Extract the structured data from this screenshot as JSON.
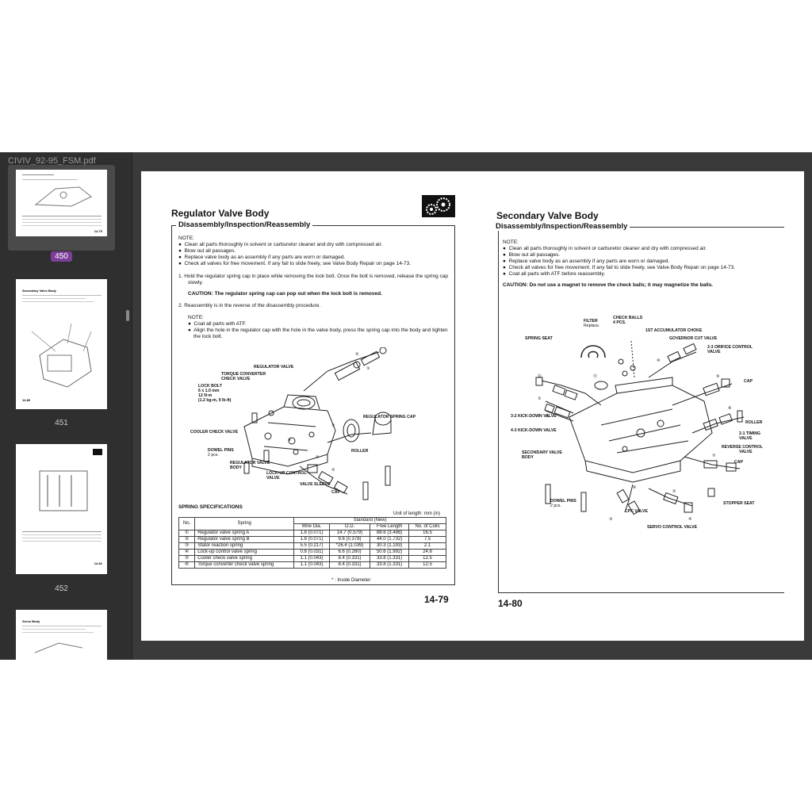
{
  "window": {
    "title": "CIVIV_92-95_FSM.pdf"
  },
  "sidebar": {
    "pages": [
      {
        "label": "450",
        "page_num": "14-79"
      },
      {
        "label": "451",
        "page_num": "14-80",
        "title": "Secondary Valve Body"
      },
      {
        "label": "452",
        "page_num": "14-81"
      },
      {
        "label": "",
        "title": "Servo Body"
      }
    ]
  },
  "left_page": {
    "title": "Regulator Valve Body",
    "subtitle": "Disassembly/Inspection/Reassembly",
    "note_label": "NOTE:",
    "notes": [
      "Clean all parts thoroughly in solvent or carburetor cleaner and dry with compressed air.",
      "Blow out all passages.",
      "Replace valve body as an assembly if any parts are worn or damaged.",
      "Check all valves for free movement. If any fail to slide freely, see Valve Body Repair on page 14-73."
    ],
    "step1_line1": "1.   Hold the regulator spring cap in place while removing the lock bolt. Once the bolt is removed, release the spring cap",
    "step1_line2": "slowly.",
    "caution": "CAUTION:  The regulator spring cap can pop out when the lock bolt is removed.",
    "step2": "2.   Reassembly is in the reverse of the disassembly procedure.",
    "note2_label": "NOTE:",
    "notes2": [
      "Coat all parts with ATF.",
      "Align the hole in the regulator cap with the hole in the valve body, press the spring cap into the body and tighten"
    ],
    "notes2_cont": "the lock bolt.",
    "labels": {
      "regulator_valve": "REGULATOR VALVE",
      "torque_converter_check_valve_1": "TORQUE CONVERTER",
      "torque_converter_check_valve_2": "CHECK VALVE",
      "lock_bolt_1": "LOCK BOLT",
      "lock_bolt_2": "6 x 1.0 mm",
      "lock_bolt_3": "12 N·m",
      "lock_bolt_4": "(1.2 kg-m, 9 lb-ft)",
      "regulator_spring_cap": "REGULATOR SPRING CAP",
      "cooler_check_valve": "COOLER CHECK VALVE",
      "dowel_pins_1": "DOWEL PINS",
      "dowel_pins_2": "2 pcs.",
      "regulator_valve_body_1": "REGULATOR VALVE",
      "regulator_valve_body_2": "BODY",
      "lockup_control_valve_1": "LOCK-UP CONTROL",
      "lockup_control_valve_2": "VALVE",
      "roller": "ROLLER",
      "valve_sleeve": "VALVE SLEEVE",
      "cap": "CAP"
    },
    "spec_title": "SPRING SPECIFICATIONS",
    "unit_note": "Unit of length: mm (in)",
    "table": {
      "col_no": "No.",
      "col_spring": "Spring",
      "col_standard": "Standard (New)",
      "col_wire": "Wire Dia.",
      "col_od": "O.D.",
      "col_free": "Free Length",
      "col_coils": "No. of Coils",
      "rows": [
        {
          "no": "①",
          "spring": "Regulator valve spring A",
          "wire": "1.8 (0.071)",
          "od": "14.7 (0.579)",
          "free": "88.6 (3.488)",
          "coils": "16.5"
        },
        {
          "no": "②",
          "spring": "Regulator valve spring B",
          "wire": "1.8 (0.071)",
          "od": "9.6 (0.378)",
          "free": "44.0 (1.732)",
          "coils": "7.5"
        },
        {
          "no": "③",
          "spring": "Stator reaction spring",
          "wire": "5.5 (0.217)",
          "od": "*26.4 (1.039)",
          "free": "30.3 (1.193)",
          "coils": "2.1"
        },
        {
          "no": "④",
          "spring": "Lock-up control valve spring",
          "wire": "0.8 (0.031)",
          "od": "6.6 (0.260)",
          "free": "50.6 (1.992)",
          "coils": "24.6"
        },
        {
          "no": "⑤",
          "spring": "Cooler check valve spring",
          "wire": "1.1 (0.043)",
          "od": "8.4 (0.331)",
          "free": "33.8 (1.331)",
          "coils": "12.5"
        },
        {
          "no": "⑥",
          "spring": "Torque converter check valve spring",
          "wire": "1.1 (0.043)",
          "od": "8.4 (0.331)",
          "free": "33.8 (1.331)",
          "coils": "12.5"
        }
      ]
    },
    "footnote": "* : Inside Diameter",
    "page_num": "14-79"
  },
  "right_page": {
    "title": "Secondary Valve Body",
    "subtitle": "Disassembly/Inspection/Reassembly",
    "note_label": "NOTE:",
    "notes": [
      "Clean all parts thoroughly in solvent or carburetor cleaner and dry with compressed air.",
      "Blow out all passages.",
      "Replace valve body as an assembly if any parts are worn or damaged.",
      "Check all valves for free movement. If any fail to slide freely, see Valve Body Repair on page 14-73.",
      "Coat all parts with ATF before reassembly."
    ],
    "caution": "CAUTION:  Do not use a magnet to remove the check balls; it may magnetize the balls.",
    "labels": {
      "filter_1": "FILTER",
      "filter_2": "Replace.",
      "check_balls_1": "CHECK BALLS",
      "check_balls_2": "4 PCS.",
      "accumulator_choke": "1ST ACCUMULATOR CHOKE",
      "spring_seat": "SPRING SEAT",
      "governor_cut_valve": "GOVERNOR CUT VALVE",
      "orifice_1": "2-3 ORIFICE CONTROL",
      "orifice_2": "VALVE",
      "cap_a": "CAP",
      "roller": "ROLLER",
      "kickdown_32": "3-2 KICK-DOWN VALVE",
      "kickdown_43": "4-3 KICK-DOWN VALVE",
      "timing_1": "2-1 TIMING",
      "timing_2": "VALVE",
      "secondary_body_1": "SECONDARY VALVE",
      "secondary_body_2": "BODY",
      "reverse_1": "REVERSE CONTROL",
      "reverse_2": "VALVE",
      "cap_b": "CAP",
      "dowel_1": "DOWEL PINS",
      "dowel_2": "2 pcs.",
      "stopper_seat": "STOPPER SEAT",
      "cpc_valve": "CPC VALVE",
      "servo_control": "SERVO CONTROL VALVE"
    },
    "page_num": "14-80"
  }
}
